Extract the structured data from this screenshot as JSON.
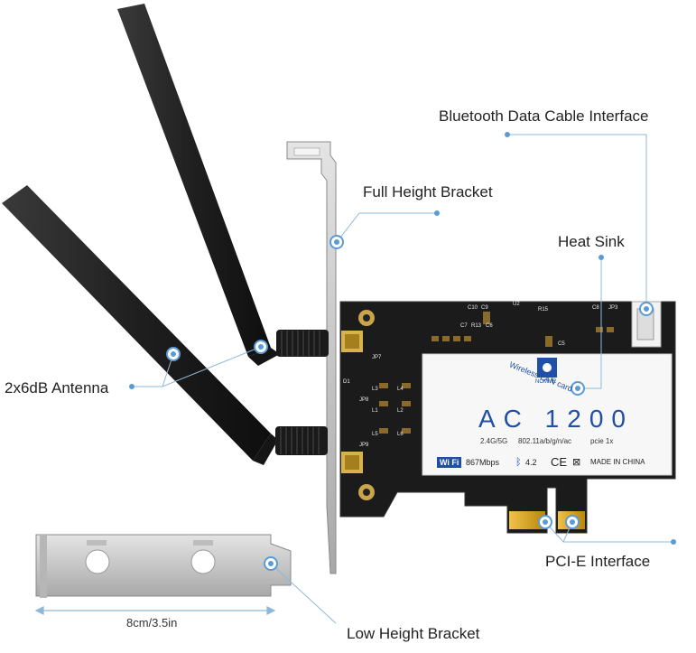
{
  "callouts": {
    "bluetooth": "Bluetooth Data Cable Interface",
    "full_bracket": "Full Height Bracket",
    "heat_sink": "Heat Sink",
    "antenna": "2x6dB Antenna",
    "pcie": "PCI-E Interface",
    "low_bracket": "Low Height Bracket"
  },
  "dimension": "8cm/3.5in",
  "card": {
    "model": "AC 1200",
    "spec_band": "2.4G/5G",
    "spec_standard": "802.11a/b/g/n/ac",
    "spec_bus": "pcie 1x",
    "wifi_logo": "Wi Fi",
    "wifi_speed": "867Mbps",
    "bt_version": "4.2",
    "ce_mark": "CE",
    "made_in": "MADE IN CHINA",
    "arc_text": "Wireless LAN card",
    "logo_text": "NOMME",
    "pcb_labels": [
      "JP7",
      "JP8",
      "JP9",
      "C10",
      "C9",
      "U2",
      "R15",
      "C8",
      "JP3",
      "C7",
      "R13",
      "C6",
      "C5",
      "L3",
      "L4",
      "L5",
      "L6",
      "L1",
      "L2",
      "D1"
    ]
  },
  "colors": {
    "callout_line": "#8fb8d8",
    "callout_dot": "#5b9bd5",
    "antenna": "#2a2a2a",
    "pcb": "#1b1b1b",
    "sticker_blue": "#1f4fa8",
    "bracket": "#c9c9c9",
    "gold": "#d4a11e"
  }
}
